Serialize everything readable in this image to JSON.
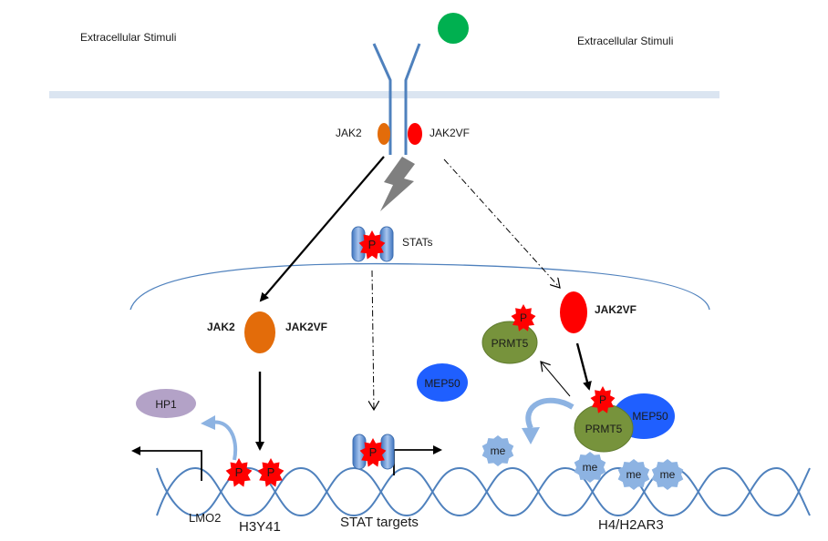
{
  "labels": {
    "extracellular_left": "Extracellular Stimuli",
    "extracellular_right": "Extracellular Stimuli",
    "jak2_membrane": "JAK2",
    "jak2vf_membrane": "JAK2VF",
    "stats": "STATs",
    "stat_p": "P",
    "jak2_nucleus": "JAK2",
    "jak2vf_nucleus": "JAK2VF",
    "jak2vf_right": "JAK2VF",
    "prmt5_top": "PRMT5",
    "prmt5_top_p": "P",
    "mep50_center": "MEP50",
    "mep50_right": "MEP50",
    "prmt5_bottom": "PRMT5",
    "prmt5_bottom_p": "P",
    "hp1": "HP1",
    "p_left_1": "P",
    "p_left_2": "P",
    "stat_dna_p": "P",
    "me_1": "me",
    "me_2": "me",
    "me_3": "me",
    "me_4": "me",
    "lmo2": "LMO2",
    "h3y41": "H3Y41",
    "stat_targets": "STAT targets",
    "h4_h2ar3": "H4/H2AR3"
  },
  "colors": {
    "membrane": "#dbe5f1",
    "receptor": "#4f81bd",
    "ligand": "#00b050",
    "jak2": "#e36c0a",
    "jak2vf": "#ff0000",
    "stat_capsule": "#6fa0dc",
    "phospho_star": "#ff0000",
    "prmt5": "#77933c",
    "mep50": "#1f5fff",
    "hp1": "#b3a2c7",
    "me_burst": "#8db3e2",
    "dna": "#4f81bd"
  }
}
